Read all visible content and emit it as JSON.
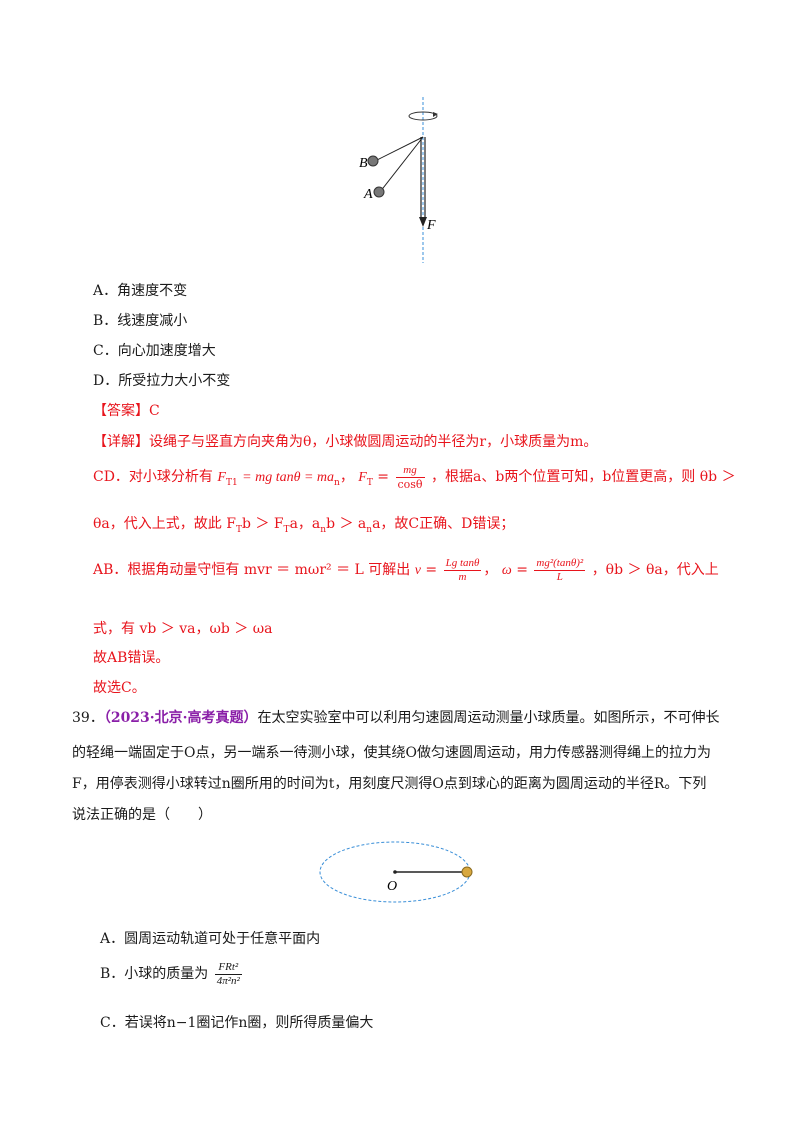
{
  "q38": {
    "figure": {
      "label_b": "B",
      "label_a": "A",
      "label_f": "F"
    },
    "options": [
      "A．角速度不变",
      "B．线速度减小",
      "C．向心加速度增大",
      "D．所受拉力大小不变"
    ],
    "answer_label": "【答案】",
    "answer_value": "C",
    "detail_label": "【详解】",
    "detail_text": "设绳子与竖直方向夹角为θ，小球做圆周运动的半径为r，小球质量为m。",
    "cd_prefix": "CD．对小球分析有",
    "cd_eq1": "= mg tanθ = ma",
    "cd_ft_num": "mg",
    "cd_ft_den": "cosθ",
    "cd_rest": "，根据a、b两个位置可知，b位置更高，则 θb ＞",
    "cd_line2": "θa，代入上式，故此 F",
    "cd_line2b": "b ＞ F",
    "cd_line2c": "a，a",
    "cd_line2d": "b ＞ a",
    "cd_line2e": "a，故C正确、D错误；",
    "ab_prefix": "AB．根据角动量守恒有 mvr ＝ mωr² ＝ L 可解出",
    "ab_v_num": "Lg tanθ",
    "ab_v_den": "m",
    "ab_w_num": "mg²(tanθ)²",
    "ab_w_den": "L",
    "ab_rest": "，θb ＞ θa，代入上",
    "ab_line2": "式，有 vb ＞ va，ωb ＞ ωa",
    "conclusion1": "故AB错误。",
    "conclusion2": "故选C。"
  },
  "q39": {
    "number": "39．",
    "source": "（2023·北京·高考真题）",
    "stem_line1": "在太空实验室中可以利用匀速圆周运动测量小球质量。如图所示，不可伸长",
    "stem_line2": "的轻绳一端固定于O点，另一端系一待测小球，使其绕O做匀速圆周运动，用力传感器测得绳上的拉力为",
    "stem_line3": "F，用停表测得小球转过n圈所用的时间为t，用刻度尺测得O点到球心的距离为圆周运动的半径R。下列",
    "stem_line4": "说法正确的是（　　）",
    "figure_label": "O",
    "option_a": "A．圆周运动轨道可处于任意平面内",
    "option_b_prefix": "B．小球的质量为",
    "option_b_num": "FRt²",
    "option_b_den": "4π²n²",
    "option_c": "C．若误将n−1圈记作n圈，则所得质量偏大"
  }
}
